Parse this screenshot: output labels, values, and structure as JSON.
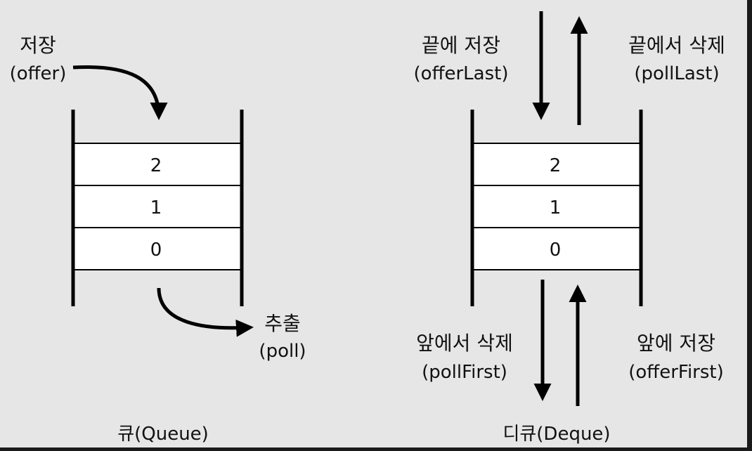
{
  "colors": {
    "background": "#e6e6e6",
    "frame": "#1a1a1a",
    "stroke": "#000000",
    "cell": "#ffffff",
    "text": "#111111"
  },
  "queue": {
    "caption": "큐(Queue)",
    "offer": {
      "label": "저장",
      "method": "(offer)"
    },
    "poll": {
      "label": "추출",
      "method": "(poll)"
    },
    "cells": [
      "2",
      "1",
      "0"
    ]
  },
  "deque": {
    "caption": "디큐(Deque)",
    "offer_last": {
      "label": "끝에 저장",
      "method": "(offerLast)"
    },
    "poll_last": {
      "label": "끝에서 삭제",
      "method": "(pollLast)"
    },
    "poll_first": {
      "label": "앞에서 삭제",
      "method": "(pollFirst)"
    },
    "offer_first": {
      "label": "앞에 저장",
      "method": "(offerFirst)"
    },
    "cells": [
      "2",
      "1",
      "0"
    ]
  }
}
